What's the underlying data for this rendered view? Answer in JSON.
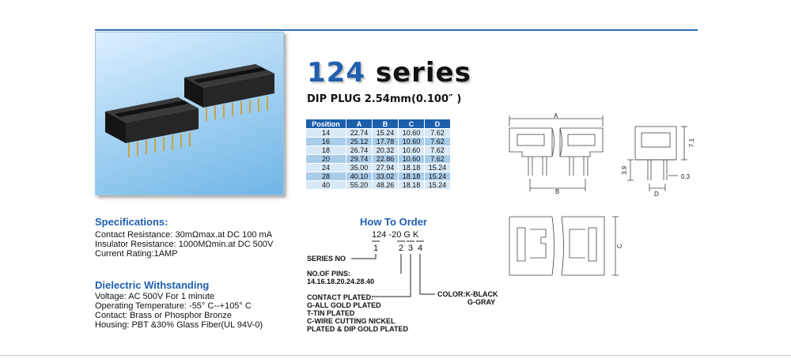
{
  "header": {
    "series_number": "124",
    "series_word": "series",
    "subtitle": "DIP PLUG 2.54mm(0.100″ )"
  },
  "dimension_table": {
    "headers": [
      "Position",
      "A",
      "B",
      "C",
      "D"
    ],
    "rows": [
      [
        "14",
        "22.74",
        "15.24",
        "10.60",
        "7.62"
      ],
      [
        "16",
        "25.12",
        "17.78",
        "10.60",
        "7.62"
      ],
      [
        "18",
        "26.74",
        "20.32",
        "10.60",
        "7.62"
      ],
      [
        "20",
        "29.74",
        "22.86",
        "10.60",
        "7.62"
      ],
      [
        "24",
        "35.00",
        "27.94",
        "18.18",
        "15.24"
      ],
      [
        "28",
        "40.10",
        "33.02",
        "18.18",
        "15.24"
      ],
      [
        "40",
        "55.20",
        "48.26",
        "18.18",
        "15.24"
      ]
    ]
  },
  "specifications": {
    "title": "Specifications:",
    "lines": [
      "Contact Resistance: 30mΩmax.at DC 100 mA",
      "Insulator Resistance: 1000MΩmin.at DC 500V",
      "Current Rating:1AMP"
    ]
  },
  "dielectric": {
    "title": "Dielectric Withstanding",
    "lines": [
      "Voltage: AC 500V For 1 minute",
      "Operating Temperature: -55° C--+105° C",
      "Contact: Brass or Phosphor Bronze",
      "Housing: PBT &30% Glass Fiber(UL 94V-0)"
    ]
  },
  "how_to_order": {
    "title": "How To Order",
    "code": "124 -20 G K",
    "digits": [
      "1",
      "2",
      "3",
      "4"
    ],
    "series_no": "SERIES NO",
    "pins": [
      "NO.OF PINS:",
      "14.16.18.20.24.28.40"
    ],
    "plated": [
      "CONTACT PLATED:",
      "G-ALL GOLD PLATED",
      "T-TIN PLATED",
      "C-WIRE CUTTING NICKEL",
      "PLATED & DIP GOLD PLATED"
    ],
    "color": [
      "COLOR:K-BLACK",
      "G-GRAY"
    ]
  },
  "drawing_labels": {
    "a": "A",
    "b": "B",
    "c": "C",
    "d": "D",
    "h71": "7.1",
    "h39": "3.9",
    "w03": "0.3"
  }
}
